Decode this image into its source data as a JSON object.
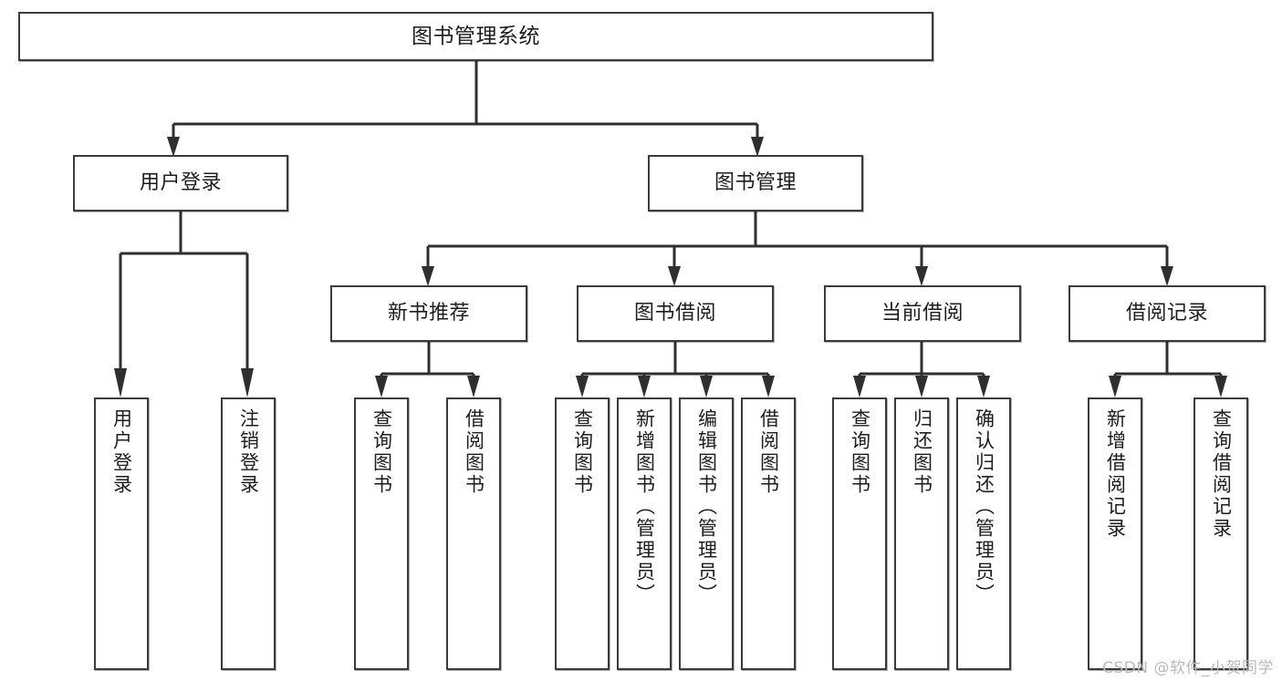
{
  "diagram": {
    "type": "tree",
    "title": "图书管理系统",
    "orientation": "top-down",
    "colors": {
      "box_border": "#3b3b3b",
      "box_fill": "#ffffff",
      "edge": "#2f2f2f",
      "text": "#1d1d1d",
      "watermark": "#b9b9b9"
    }
  },
  "nodes": {
    "root": {
      "label": "图书管理系统",
      "level": 0
    },
    "user_login": {
      "label": "用户登录",
      "level": 1
    },
    "book_manage": {
      "label": "图书管理",
      "level": 1
    },
    "new_book_rec": {
      "label": "新书推荐",
      "level": 2
    },
    "book_borrow": {
      "label": "图书借阅",
      "level": 2
    },
    "current_borrow": {
      "label": "当前借阅",
      "level": 2
    },
    "borrow_record": {
      "label": "借阅记录",
      "level": 2
    },
    "leaf_user_login": {
      "label": "用户登录",
      "level": 2
    },
    "leaf_logout": {
      "label": "注销登录",
      "level": 2
    },
    "leaf_query_book_1": {
      "label": "查询图书",
      "level": 3
    },
    "leaf_borrow_book_1": {
      "label": "借阅图书",
      "level": 3
    },
    "leaf_query_book_2": {
      "label": "查询图书",
      "level": 3
    },
    "leaf_add_book": {
      "label": "新增图书（管理员）",
      "level": 3
    },
    "leaf_edit_book": {
      "label": "编辑图书（管理员）",
      "level": 3
    },
    "leaf_borrow_book_2": {
      "label": "借阅图书",
      "level": 3
    },
    "leaf_query_book_3": {
      "label": "查询图书",
      "level": 3
    },
    "leaf_return_book": {
      "label": "归还图书",
      "level": 3
    },
    "leaf_confirm_return": {
      "label": "确认归还（管理员）",
      "level": 3
    },
    "leaf_add_record": {
      "label": "新增借阅记录",
      "level": 3
    },
    "leaf_query_record": {
      "label": "查询借阅记录",
      "level": 3
    }
  },
  "edges": [
    {
      "from": "root",
      "to": "user_login"
    },
    {
      "from": "root",
      "to": "book_manage"
    },
    {
      "from": "user_login",
      "to": "leaf_user_login"
    },
    {
      "from": "user_login",
      "to": "leaf_logout"
    },
    {
      "from": "book_manage",
      "to": "new_book_rec"
    },
    {
      "from": "book_manage",
      "to": "book_borrow"
    },
    {
      "from": "book_manage",
      "to": "current_borrow"
    },
    {
      "from": "book_manage",
      "to": "borrow_record"
    },
    {
      "from": "new_book_rec",
      "to": "leaf_query_book_1"
    },
    {
      "from": "new_book_rec",
      "to": "leaf_borrow_book_1"
    },
    {
      "from": "book_borrow",
      "to": "leaf_query_book_2"
    },
    {
      "from": "book_borrow",
      "to": "leaf_add_book"
    },
    {
      "from": "book_borrow",
      "to": "leaf_edit_book"
    },
    {
      "from": "book_borrow",
      "to": "leaf_borrow_book_2"
    },
    {
      "from": "current_borrow",
      "to": "leaf_query_book_3"
    },
    {
      "from": "current_borrow",
      "to": "leaf_return_book"
    },
    {
      "from": "current_borrow",
      "to": "leaf_confirm_return"
    },
    {
      "from": "borrow_record",
      "to": "leaf_add_record"
    },
    {
      "from": "borrow_record",
      "to": "leaf_query_record"
    }
  ],
  "watermark": {
    "text": "CSDN @软件_小贺同学"
  }
}
